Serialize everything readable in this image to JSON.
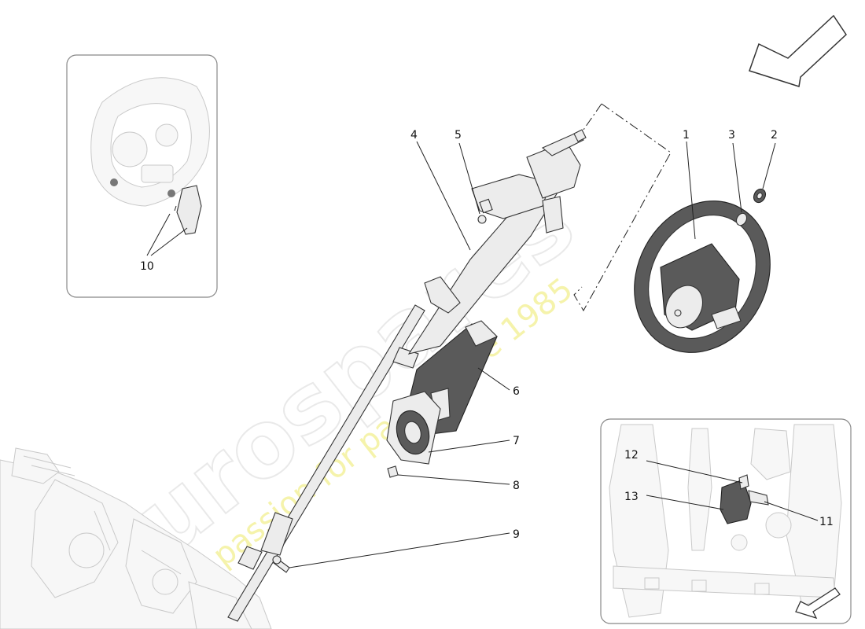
{
  "watermark": {
    "brand": "eurospares",
    "tagline": "a passion for parts since 1985"
  },
  "callouts": [
    {
      "id": "1",
      "label": "1"
    },
    {
      "id": "2",
      "label": "2"
    },
    {
      "id": "3",
      "label": "3"
    },
    {
      "id": "4",
      "label": "4"
    },
    {
      "id": "5",
      "label": "5"
    },
    {
      "id": "6",
      "label": "6"
    },
    {
      "id": "7",
      "label": "7"
    },
    {
      "id": "8",
      "label": "8"
    },
    {
      "id": "9",
      "label": "9"
    },
    {
      "id": "10",
      "label": "10"
    },
    {
      "id": "11",
      "label": "11"
    },
    {
      "id": "12",
      "label": "12"
    },
    {
      "id": "13",
      "label": "13"
    }
  ],
  "icons": {
    "view_direction_main": "arrow-icon",
    "view_direction_inset": "arrow-icon"
  },
  "colors": {
    "line": "#333333",
    "frame": "#888888",
    "part_fill": "#ececec",
    "part_dark": "#5a5a5a",
    "watermark_grey": "#d8d8d8",
    "watermark_yellow": "#f2ef90"
  }
}
